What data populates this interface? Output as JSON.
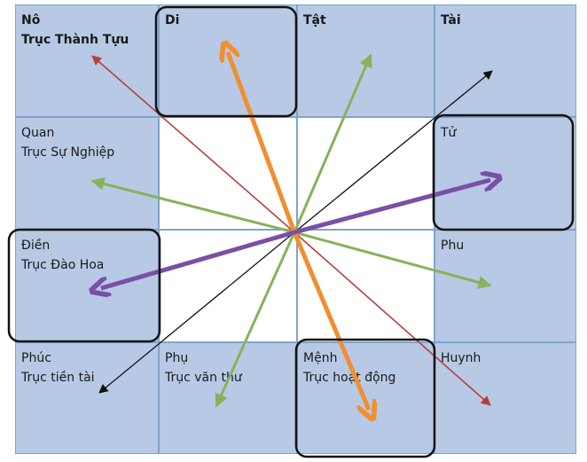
{
  "cells": {
    "no": {
      "name": "Nô",
      "axis": "Trục Thành Tựu"
    },
    "di": {
      "name": "Di"
    },
    "tat": {
      "name": "Tật"
    },
    "tai": {
      "name": "Tài"
    },
    "quan": {
      "name": "Quan",
      "axis": "Trục Sự Nghiệp"
    },
    "tu": {
      "name": "Tử"
    },
    "dien": {
      "name": "Điền",
      "axis": "Trục Đào Hoa"
    },
    "phu": {
      "name": "Phu"
    },
    "phuc": {
      "name": "Phúc",
      "axis": "Trục tiền tài"
    },
    "phu2": {
      "name": "Phụ",
      "axis": "Trục văn thư"
    },
    "menh": {
      "name": "Mệnh",
      "axis": "Trục hoạt động"
    },
    "huynh": {
      "name": "Huynh"
    }
  },
  "colors": {
    "cell_blue": "#b7c9e4",
    "grid_line": "#7fa3cf",
    "arrow_red": "#b3413c",
    "arrow_green": "#86b25b",
    "arrow_black": "#111111",
    "arrow_orange": "#f28e2f",
    "arrow_purple": "#7a4fa6",
    "highlight_box": "#111111"
  }
}
